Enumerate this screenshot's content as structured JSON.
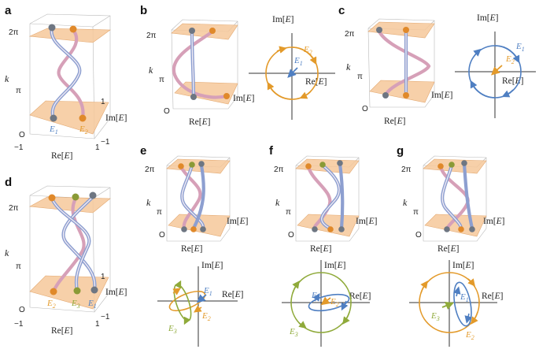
{
  "panels": {
    "a": {
      "label": "a",
      "e1": "E",
      "e1_sub": "1",
      "e2": "E",
      "e2_sub": "2"
    },
    "b": {
      "label": "b",
      "e1": "E",
      "e1_sub": "1",
      "e2": "E",
      "e2_sub": "2"
    },
    "c": {
      "label": "c",
      "e1": "E",
      "e1_sub": "1",
      "e2": "E",
      "e2_sub": "2"
    },
    "d": {
      "label": "d",
      "e1": "E",
      "e1_sub": "1",
      "e2": "E",
      "e2_sub": "2",
      "e3": "E",
      "e3_sub": "3"
    },
    "e": {
      "label": "e",
      "e1": "E",
      "e1_sub": "1",
      "e2": "E",
      "e2_sub": "2",
      "e3": "E",
      "e3_sub": "3"
    },
    "f": {
      "label": "f",
      "e1": "E",
      "e1_sub": "1",
      "e2": "E",
      "e2_sub": "2",
      "e3": "E",
      "e3_sub": "3"
    },
    "g": {
      "label": "g",
      "e1": "E",
      "e1_sub": "1",
      "e2": "E",
      "e2_sub": "2",
      "e3": "E",
      "e3_sub": "3"
    }
  },
  "axes": {
    "k": "k",
    "two_pi": "2π",
    "pi": "π",
    "zero": "O",
    "im": "Im[",
    "re": "Re[",
    "e": "E",
    "close": "]",
    "tick_neg1": "−1",
    "tick_pos1": "1"
  },
  "colors": {
    "band1": "#4f7fc2",
    "band2": "#e39a2a",
    "band3": "#8faa3a",
    "plane": "#f6c89a"
  }
}
